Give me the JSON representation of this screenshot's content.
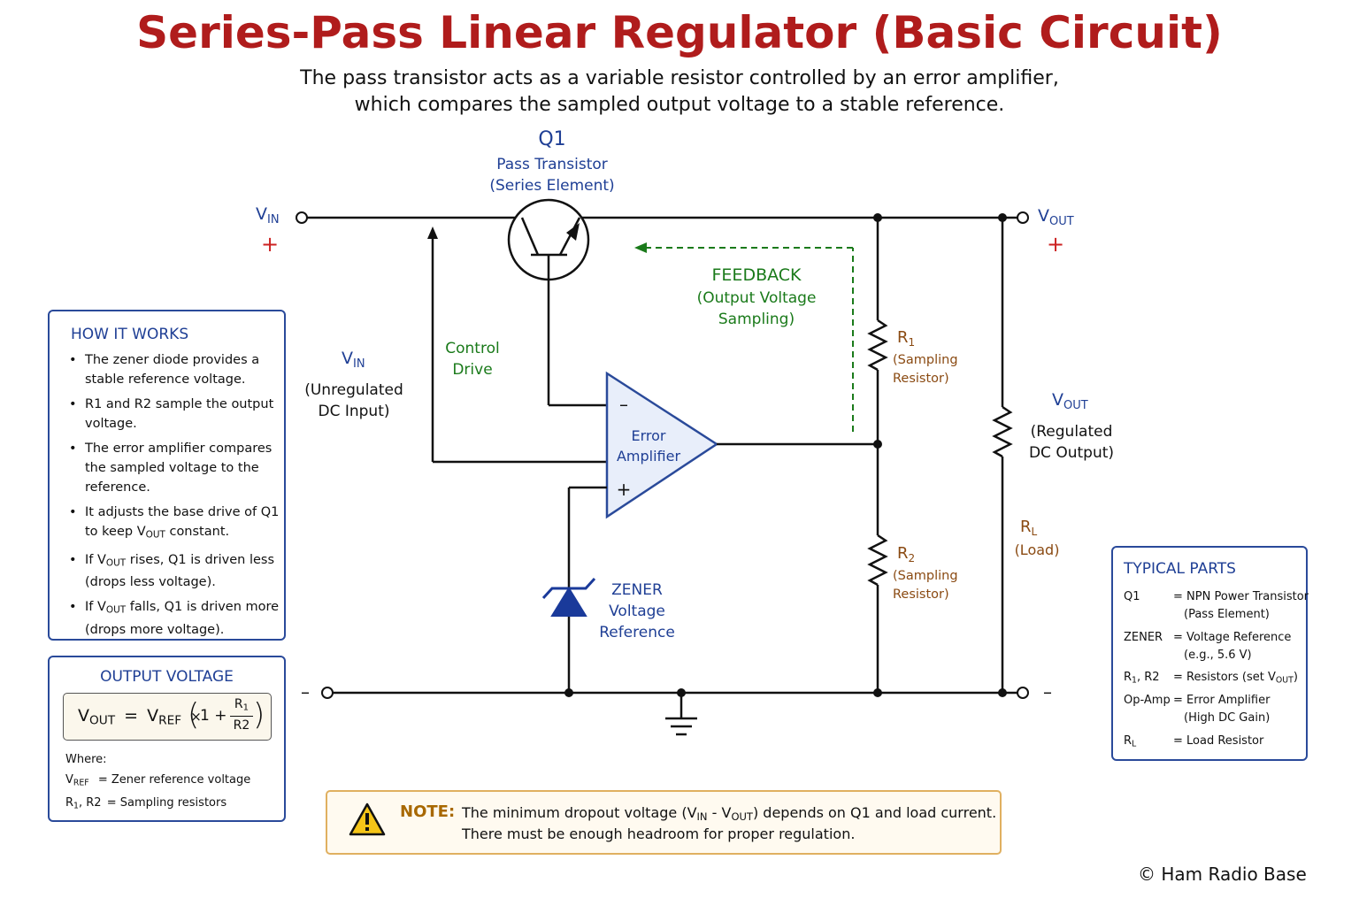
{
  "title": "Series-Pass Linear Regulator (Basic Circuit)",
  "subtitle_line1": "The pass transistor acts as a variable resistor controlled by an error amplifier,",
  "subtitle_line2": "which compares the sampled output voltage to a stable reference.",
  "colors": {
    "title": "#b01c1c",
    "blue": "#1f3f95",
    "green": "#1a7a1a",
    "brown": "#8a4a12",
    "plus_red": "#cc2222",
    "note_border": "#e0b060"
  },
  "circuit": {
    "q1_name": "Q1",
    "q1_desc1": "Pass Transistor",
    "q1_desc2": "(Series Element)",
    "vin_main": "V",
    "vin_sub": "IN",
    "vout_main": "V",
    "vout_sub": "OUT",
    "plus": "+",
    "minus": "–",
    "vin_label_main": "V",
    "vin_label_sub": "IN",
    "vin_desc1": "(Unregulated",
    "vin_desc2": "DC Input)",
    "control1": "Control",
    "control2": "Drive",
    "feedback1": "FEEDBACK",
    "feedback2": "(Output Voltage",
    "feedback3": "Sampling)",
    "amp1": "Error",
    "amp2": "Amplifier",
    "amp_minus": "–",
    "amp_plus": "+",
    "zener1": "ZENER",
    "zener2": "Voltage",
    "zener3": "Reference",
    "r1_main": "R",
    "r1_sub": "1",
    "r1_desc1": "(Sampling",
    "r1_desc2": "Resistor)",
    "r2_main": "R",
    "r2_sub": "2",
    "r2_desc1": "(Sampling",
    "r2_desc2": "Resistor)",
    "vout_label_main": "V",
    "vout_label_sub": "OUT",
    "vout_desc1": "(Regulated",
    "vout_desc2": "DC Output)",
    "rl_main": "R",
    "rl_sub": "L",
    "rl_desc": "(Load)"
  },
  "how_it_works": {
    "title": "HOW IT WORKS",
    "b1_l1": "The zener diode provides a",
    "b1_l2": "stable reference voltage.",
    "b2_l1": "R1 and R2 sample the output",
    "b2_l2": "voltage.",
    "b3_l1": "The error amplifier compares",
    "b3_l2": "the sampled voltage to the",
    "b3_l3": "reference.",
    "b4_l1": "It adjusts the base drive of Q1",
    "b4_l2a": "to keep V",
    "b4_l2sub": "OUT",
    "b4_l2b": " constant.",
    "b5_l1a": "If V",
    "b5_l1sub": "OUT",
    "b5_l1b": " rises, Q1 is driven less",
    "b5_l2": "(drops less voltage).",
    "b6_l1a": "If V",
    "b6_l1sub": "OUT",
    "b6_l1b": " falls, Q1 is driven more",
    "b6_l2": "(drops more voltage)."
  },
  "output_voltage": {
    "title": "OUTPUT VOLTAGE",
    "f_vout": "V",
    "f_vout_sub": "OUT",
    "f_eq": "=",
    "f_vref": "V",
    "f_vref_sub": "REF",
    "f_times": "×",
    "f_one_plus": "1 +",
    "f_num": "R",
    "f_num_sub": "1",
    "f_den": "R2",
    "where": "Where:",
    "w1_key": "V",
    "w1_key_sub": "REF",
    "w1_val": "= Zener reference voltage",
    "w2_key": "R",
    "w2_key_sub": "1",
    "w2_key_rest": ", R2",
    "w2_val": "= Sampling resistors"
  },
  "typical_parts": {
    "title": "TYPICAL PARTS",
    "p1_key": "Q1",
    "p1_val1": "= NPN Power Transistor",
    "p1_val2": "(Pass Element)",
    "p2_key": "ZENER",
    "p2_val1": "= Voltage Reference",
    "p2_val2": "(e.g., 5.6 V)",
    "p3_key_main": "R",
    "p3_key_sub": "1",
    "p3_key_rest": ", R2",
    "p3_val_a": "= Resistors (set V",
    "p3_val_sub": "OUT",
    "p3_val_b": ")",
    "p4_key": "Op-Amp",
    "p4_val1": "= Error Amplifier",
    "p4_val2": "(High DC Gain)",
    "p5_key_main": "R",
    "p5_key_sub": "L",
    "p5_val": "= Load Resistor"
  },
  "note": {
    "label": "NOTE:",
    "l1a": "The minimum dropout voltage (V",
    "l1sub1": "IN",
    "l1b": " - V",
    "l1sub2": "OUT",
    "l1c": ") depends on Q1 and load current.",
    "l2": "There must be enough headroom for proper regulation."
  },
  "copyright": "© Ham Radio Base"
}
